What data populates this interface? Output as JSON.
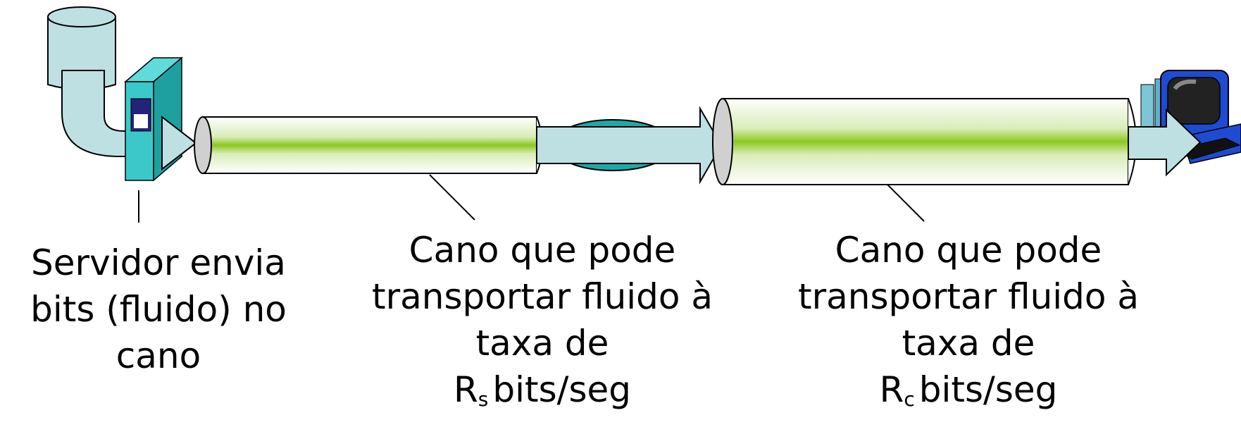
{
  "server_caption": {
    "line1": "Servidor envia",
    "line2": "bits  (fluido) no",
    "line3": "cano"
  },
  "pipe_server_caption": {
    "line1": "Cano que pode",
    "line2": "transportar fluido à",
    "line3": "taxa de",
    "rate_symbol": "R",
    "rate_subscript": "s",
    "rate_unit": "bits/seg"
  },
  "pipe_client_caption": {
    "line1": "Cano que pode",
    "line2": "transportar fluido à",
    "line3": "taxa de",
    "rate_symbol": "R",
    "rate_subscript": "c",
    "rate_unit": "bits/seg"
  },
  "colors": {
    "pipe_fill": "#bfe0e3",
    "fluid_green": "#8cc820",
    "server_teal": "#3cc8c8",
    "router_teal": "#1fa8a8",
    "end_cap_gray": "#d0d0d0",
    "monitor_blue": "#1e4bd2"
  },
  "icons": [
    "server-icon",
    "database-icon",
    "router-icon",
    "computer-icon"
  ]
}
